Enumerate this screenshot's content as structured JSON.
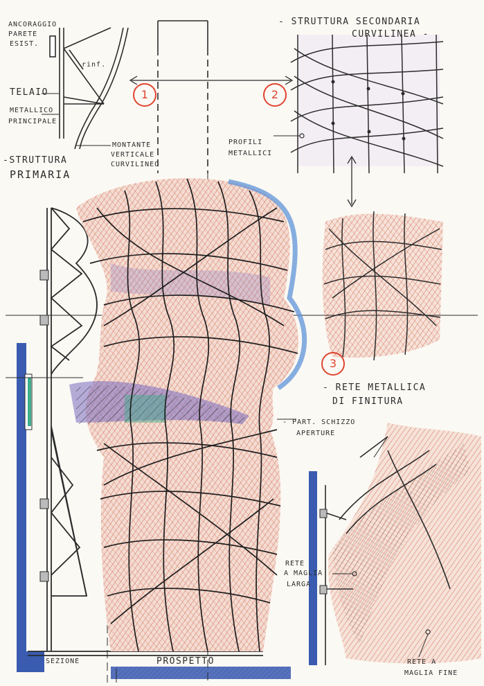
{
  "labels": {
    "ancoraggio": "ANCORAGGIO",
    "parete": "PARETE",
    "esist": "ESIST.",
    "telaio": "TELAIO",
    "metallico": "METALLICO",
    "principale": "PRINCIPALE",
    "rinf": "rinf.",
    "struttura": "-STRUTTURA",
    "primaria": "PRIMARIA",
    "montante1": "MONTANTE",
    "montante2": "VERTICALE",
    "montante3": "CURVILINEO",
    "sec1": "- STRUTTURA SECONDARIA",
    "sec2": "CURVILINEA -",
    "profili1": "PROFILI",
    "profili2": "METALLICI",
    "rete1": "- RETE METALLICA",
    "rete2": "DI FINITURA",
    "part1": "- PART. SCHIZZO",
    "part2": "APERTURE",
    "larga1": "RETE",
    "larga2": "A MAGLIA",
    "larga3": "LARGA",
    "fine1": "RETE A",
    "fine2": "MAGLIA FINE",
    "sezione": "SEZIONE",
    "prospetto": "PROSPETTO",
    "n1": "1",
    "n2": "2",
    "n3": "3"
  },
  "colors": {
    "ink": "#2b2b2b",
    "red_hatch": "#c8553a",
    "wall_blue": "#3a5bb0",
    "sky_blue": "#5f93d8",
    "violet": "#7a6cc0",
    "green": "#3fae8a",
    "circle_red": "#e0442f"
  }
}
